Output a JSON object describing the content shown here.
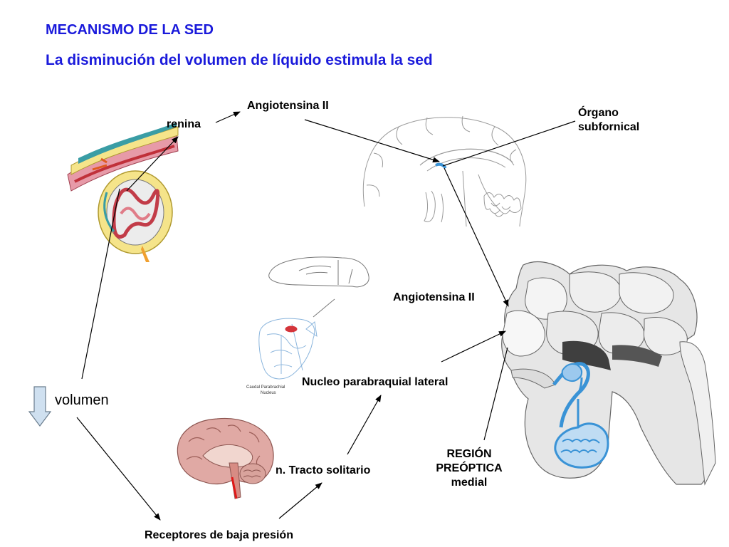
{
  "title": "MECANISMO DE LA SED",
  "subtitle": "La disminución del volumen de líquido estimula la sed",
  "labels": {
    "renina": "renina",
    "angiotensina_top": "Angiotensina II",
    "organo_line1": "Órgano",
    "organo_line2": "subfornical",
    "angiotensina_mid": "Angiotensina II",
    "nucleo_parabraquial": "Nucleo parabraquial lateral",
    "volumen": "volumen",
    "tracto_solitario": "n. Tracto solitario",
    "region_line1": "REGIÓN",
    "region_line2": "PREÓPTICA",
    "region_line3": "medial",
    "receptores": "Receptores de baja presión"
  },
  "figure_text": {
    "caudal_line1": "Caudal Parabrachial",
    "caudal_line2": "Nucleus"
  },
  "icons": {
    "volume_down_arrow": "down-arrow-icon"
  },
  "colors": {
    "title": "#1a1adb",
    "arrow_fill": "#cfe0f0",
    "highlight_blue": "#3a93d6"
  }
}
